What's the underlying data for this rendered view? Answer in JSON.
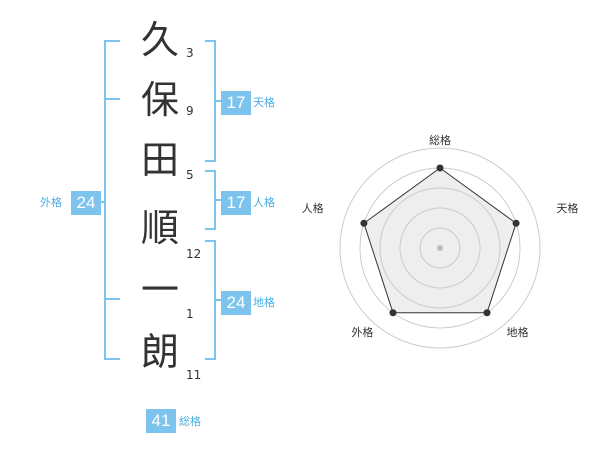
{
  "colors": {
    "bracket": "#7cc4ee",
    "badge": "#7cc4ee",
    "label": "#4aaee5",
    "text": "#333333"
  },
  "name": {
    "chars": [
      {
        "char": "久",
        "strokes": "3"
      },
      {
        "char": "保",
        "strokes": "9"
      },
      {
        "char": "田",
        "strokes": "5"
      },
      {
        "char": "順",
        "strokes": "12"
      },
      {
        "char": "一",
        "strokes": "1"
      },
      {
        "char": "朗",
        "strokes": "11"
      }
    ]
  },
  "kakusu": {
    "tenkaku": {
      "value": "17",
      "label": "天格"
    },
    "jinkaku": {
      "value": "17",
      "label": "人格"
    },
    "chikaku": {
      "value": "24",
      "label": "地格"
    },
    "gaikaku": {
      "value": "24",
      "label": "外格"
    },
    "soukaku": {
      "value": "41",
      "label": "総格"
    }
  },
  "chart_data": {
    "type": "radar",
    "axes": [
      "総格",
      "天格",
      "地格",
      "外格",
      "人格"
    ],
    "values": [
      4,
      4,
      4,
      4,
      4
    ],
    "max": 5,
    "rings": 5
  }
}
